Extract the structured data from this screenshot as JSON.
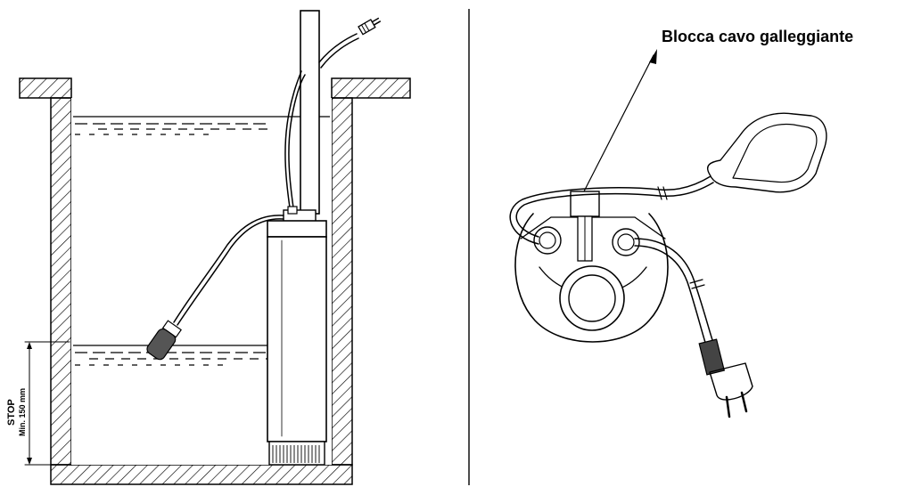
{
  "labels": {
    "float_cable_lock": "Blocca cavo galleggiante",
    "stop": "STOP",
    "min_level": "Min. 150 mm"
  }
}
